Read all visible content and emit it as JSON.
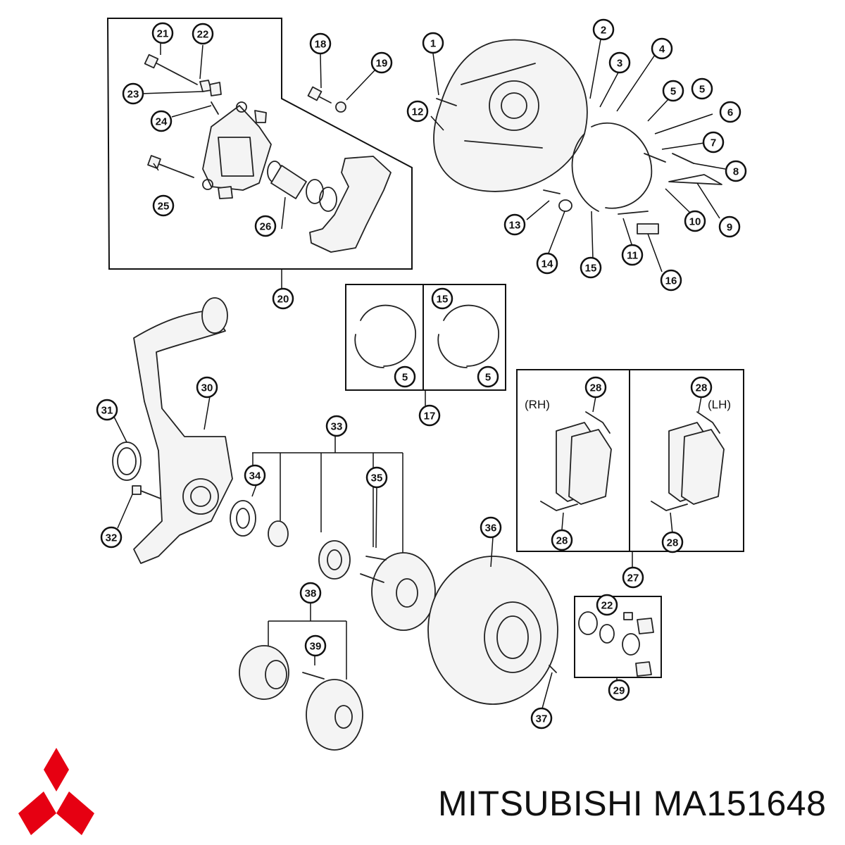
{
  "brand": {
    "caption": "MITSUBISHI MA151648",
    "logo_color": "#e60012",
    "logo_icon": "mitsubishi-three-diamonds-logo"
  },
  "diagram": {
    "side_labels": {
      "rh": "(RH)",
      "lh": "(LH)"
    },
    "callouts": [
      {
        "id": "c1",
        "label": "1"
      },
      {
        "id": "c2",
        "label": "2"
      },
      {
        "id": "c3",
        "label": "3"
      },
      {
        "id": "c4",
        "label": "4"
      },
      {
        "id": "c5a",
        "label": "5"
      },
      {
        "id": "c5b",
        "label": "5"
      },
      {
        "id": "c5c",
        "label": "5"
      },
      {
        "id": "c5d",
        "label": "5"
      },
      {
        "id": "c6",
        "label": "6"
      },
      {
        "id": "c7",
        "label": "7"
      },
      {
        "id": "c8",
        "label": "8"
      },
      {
        "id": "c9",
        "label": "9"
      },
      {
        "id": "c10",
        "label": "10"
      },
      {
        "id": "c11",
        "label": "11"
      },
      {
        "id": "c12",
        "label": "12"
      },
      {
        "id": "c13",
        "label": "13"
      },
      {
        "id": "c14",
        "label": "14"
      },
      {
        "id": "c15a",
        "label": "15"
      },
      {
        "id": "c15b",
        "label": "15"
      },
      {
        "id": "c16",
        "label": "16"
      },
      {
        "id": "c17",
        "label": "17"
      },
      {
        "id": "c18",
        "label": "18"
      },
      {
        "id": "c19",
        "label": "19"
      },
      {
        "id": "c20",
        "label": "20"
      },
      {
        "id": "c21",
        "label": "21"
      },
      {
        "id": "c22a",
        "label": "22"
      },
      {
        "id": "c22b",
        "label": "22"
      },
      {
        "id": "c23",
        "label": "23"
      },
      {
        "id": "c24",
        "label": "24"
      },
      {
        "id": "c25",
        "label": "25"
      },
      {
        "id": "c26",
        "label": "26"
      },
      {
        "id": "c27",
        "label": "27"
      },
      {
        "id": "c28a",
        "label": "28"
      },
      {
        "id": "c28b",
        "label": "28"
      },
      {
        "id": "c28c",
        "label": "28"
      },
      {
        "id": "c28d",
        "label": "28"
      },
      {
        "id": "c29",
        "label": "29"
      },
      {
        "id": "c30",
        "label": "30"
      },
      {
        "id": "c31",
        "label": "31"
      },
      {
        "id": "c32",
        "label": "32"
      },
      {
        "id": "c33",
        "label": "33"
      },
      {
        "id": "c34",
        "label": "34"
      },
      {
        "id": "c35",
        "label": "35"
      },
      {
        "id": "c36",
        "label": "36"
      },
      {
        "id": "c37",
        "label": "37"
      },
      {
        "id": "c38",
        "label": "38"
      },
      {
        "id": "c39",
        "label": "39"
      }
    ]
  }
}
